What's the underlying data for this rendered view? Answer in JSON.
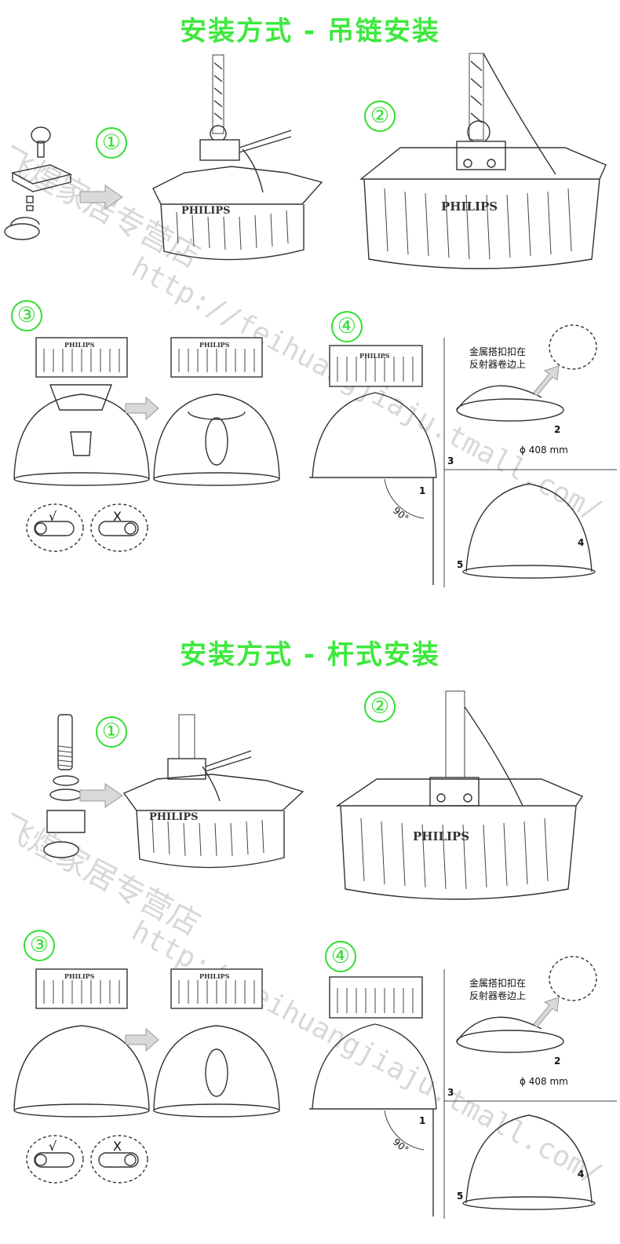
{
  "section1": {
    "title": "安装方式 - 吊链安装",
    "steps": [
      "①",
      "②",
      "③",
      "④"
    ]
  },
  "section2": {
    "title": "安装方式 - 杆式安装",
    "steps": [
      "①",
      "②",
      "③",
      "④"
    ]
  },
  "brand": "PHILIPS",
  "note": {
    "line1": "金属搭扣扣在",
    "line2": "反射器卷边上"
  },
  "diameter": "ϕ 408 mm",
  "angle": "90°",
  "marks": {
    "correct": "√",
    "wrong": "X"
  },
  "numbers": [
    "1",
    "2",
    "3",
    "4",
    "5"
  ],
  "watermark": {
    "line1": "飞煌家居专营店",
    "line2": "http://feihuangjiaju.tmall.com/"
  },
  "colors": {
    "title": "#3ee83e",
    "step": "#33dd33"
  }
}
